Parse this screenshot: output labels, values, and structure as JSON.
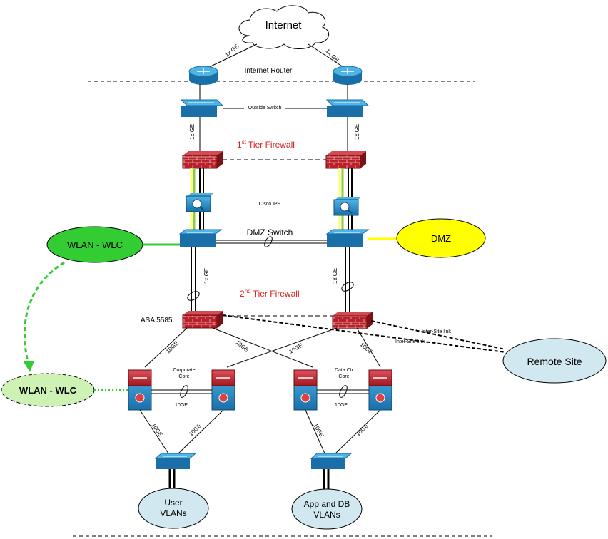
{
  "cloud": {
    "label": "Internet"
  },
  "labels": {
    "internet_router": "Internet Router",
    "outside_switch": "Outside Switch",
    "tier1_prefix": "1",
    "tier1_sup": "st",
    "tier1_suffix": " Tier  Firewall",
    "cisco_ips": "Cisco IPS",
    "dmz_switch": "DMZ Switch",
    "tier2_prefix": "2",
    "tier2_sup": "nd",
    "tier2_suffix": " Tier  Firewall",
    "asa": "ASA 5585",
    "corporate_core_1": "Corporate",
    "corporate_core_2": "Core",
    "datactr_core_1": "Data Ctr",
    "datactr_core_2": "Core",
    "inter_site_1": "Inter-Site link",
    "inter_site_2": "Inter-Site link"
  },
  "link_labels": {
    "ge_internet_left": "1x GE",
    "ge_internet_right": "1x GE",
    "ge_outside_left": "1x GE",
    "ge_outside_right": "1x GE",
    "ge_dmz_left": "1x GE",
    "ge_dmz_right": "1x GE",
    "tenge_a": "10GE",
    "tenge_b": "10GE",
    "tenge_c": "10GE",
    "tenge_d": "10GE",
    "tenge_corp": "10GE",
    "tenge_dc": "10GE",
    "tenge_e": "10GE",
    "tenge_f": "10GE",
    "tenge_g": "10GE",
    "tenge_h": "10GE"
  },
  "ellipses": {
    "wlan_wlc": "WLAN - WLC",
    "wlan_wlc_remote": "WLAN - WLC",
    "dmz": "DMZ",
    "remote_site": "Remote Site",
    "user_vlans_1": "User",
    "user_vlans_2": "VLANs",
    "app_db_1": "App and DB",
    "app_db_2": "VLANs"
  },
  "colors": {
    "router_blue": "#2f8fc8",
    "firewall_red": "#b8202a",
    "wlan_green": "#33cc33",
    "wlan_green_light": "#cdf2b4",
    "dmz_yellow": "#ffff00",
    "remote_blue": "#d2e8f0",
    "title_red": "#d42020"
  }
}
